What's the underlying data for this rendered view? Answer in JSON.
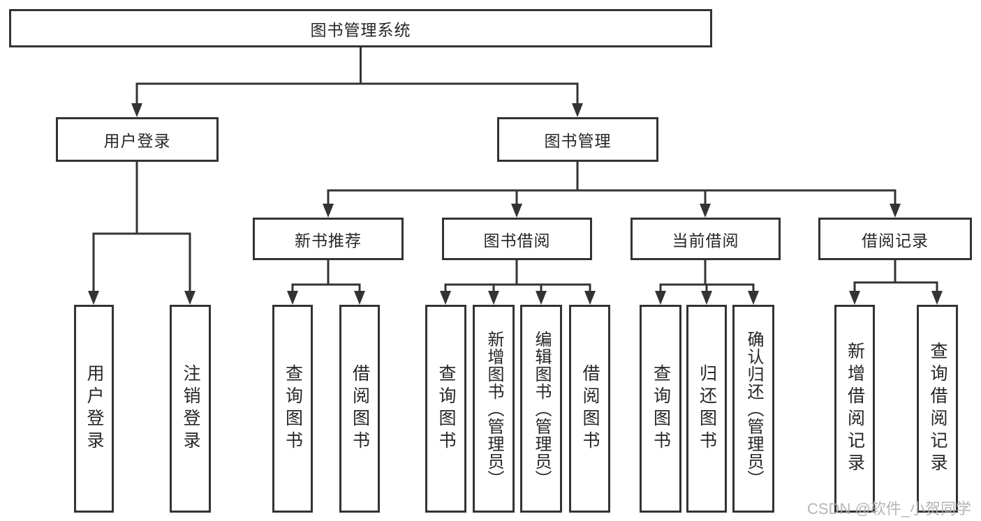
{
  "colors": {
    "line": "#333333",
    "box_border": "#333333",
    "box_background": "#ffffff",
    "text": "#262626",
    "watermark": "#afafaf"
  },
  "tree": {
    "root": "图书管理系统",
    "level2": [
      {
        "label": "用户登录"
      },
      {
        "label": "图书管理"
      }
    ],
    "level3": [
      {
        "label": "新书推荐"
      },
      {
        "label": "图书借阅"
      },
      {
        "label": "当前借阅"
      },
      {
        "label": "借阅记录"
      }
    ],
    "leaves": {
      "user_login": [
        "用户登录",
        "注销登录"
      ],
      "new_book_recommend": [
        "查询图书",
        "借阅图书"
      ],
      "book_borrowing": [
        "查询图书",
        "新增图书（管理员）",
        "编辑图书（管理员）",
        "借阅图书"
      ],
      "current_borrowing": [
        "查询图书",
        "归还图书",
        "确认归还（管理员）"
      ],
      "borrowing_records": [
        "新增借阅记录",
        "查询借阅记录"
      ]
    }
  },
  "watermark": {
    "text": "CSDN @软件_小贺同学"
  }
}
